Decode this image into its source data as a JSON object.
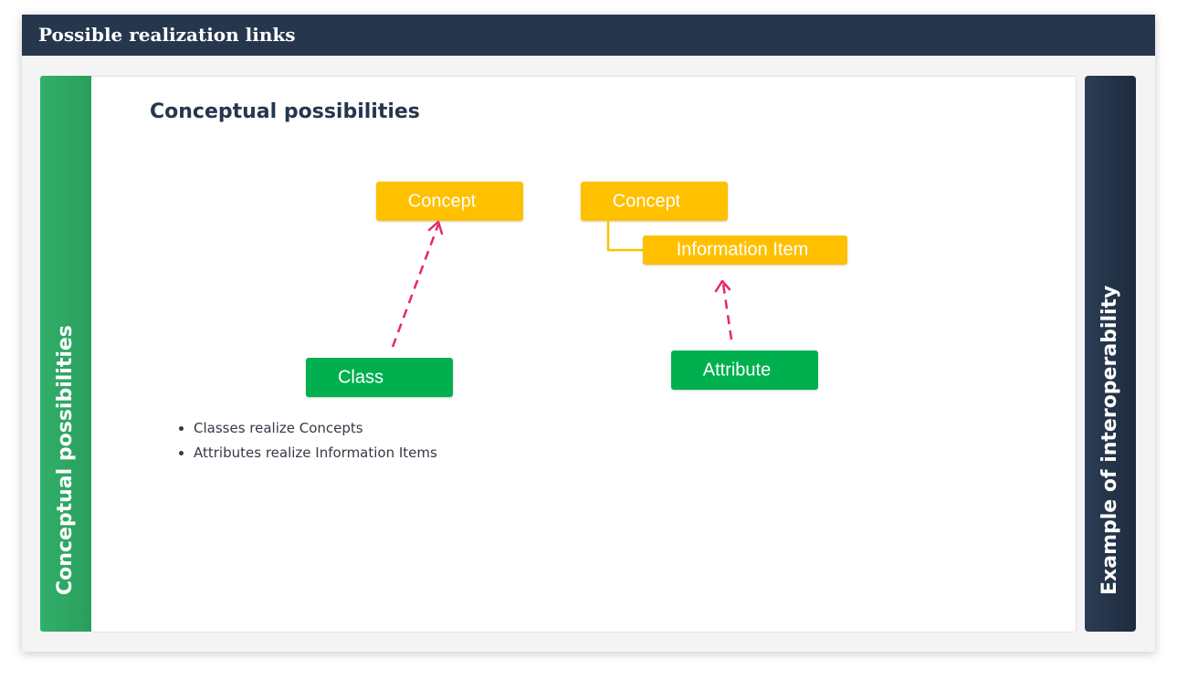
{
  "header": {
    "title": "Possible realization links"
  },
  "tabs": {
    "left": {
      "label": "Conceptual possibilities",
      "color": "#31b06a"
    },
    "right": {
      "label": "Example of interoperability",
      "color": "#25364d"
    }
  },
  "panel": {
    "title": "Conceptual possibilities",
    "diagram": {
      "colors": {
        "concept": "#ffc000",
        "realizer": "#00b050",
        "arrow": "#e8276b"
      },
      "left": {
        "target": "Concept",
        "source": "Class"
      },
      "right": {
        "parent": "Concept",
        "target": "Information Item",
        "source": "Attribute"
      }
    },
    "bullets": [
      "Classes realize Concepts",
      "Attributes realize Information Items"
    ]
  }
}
